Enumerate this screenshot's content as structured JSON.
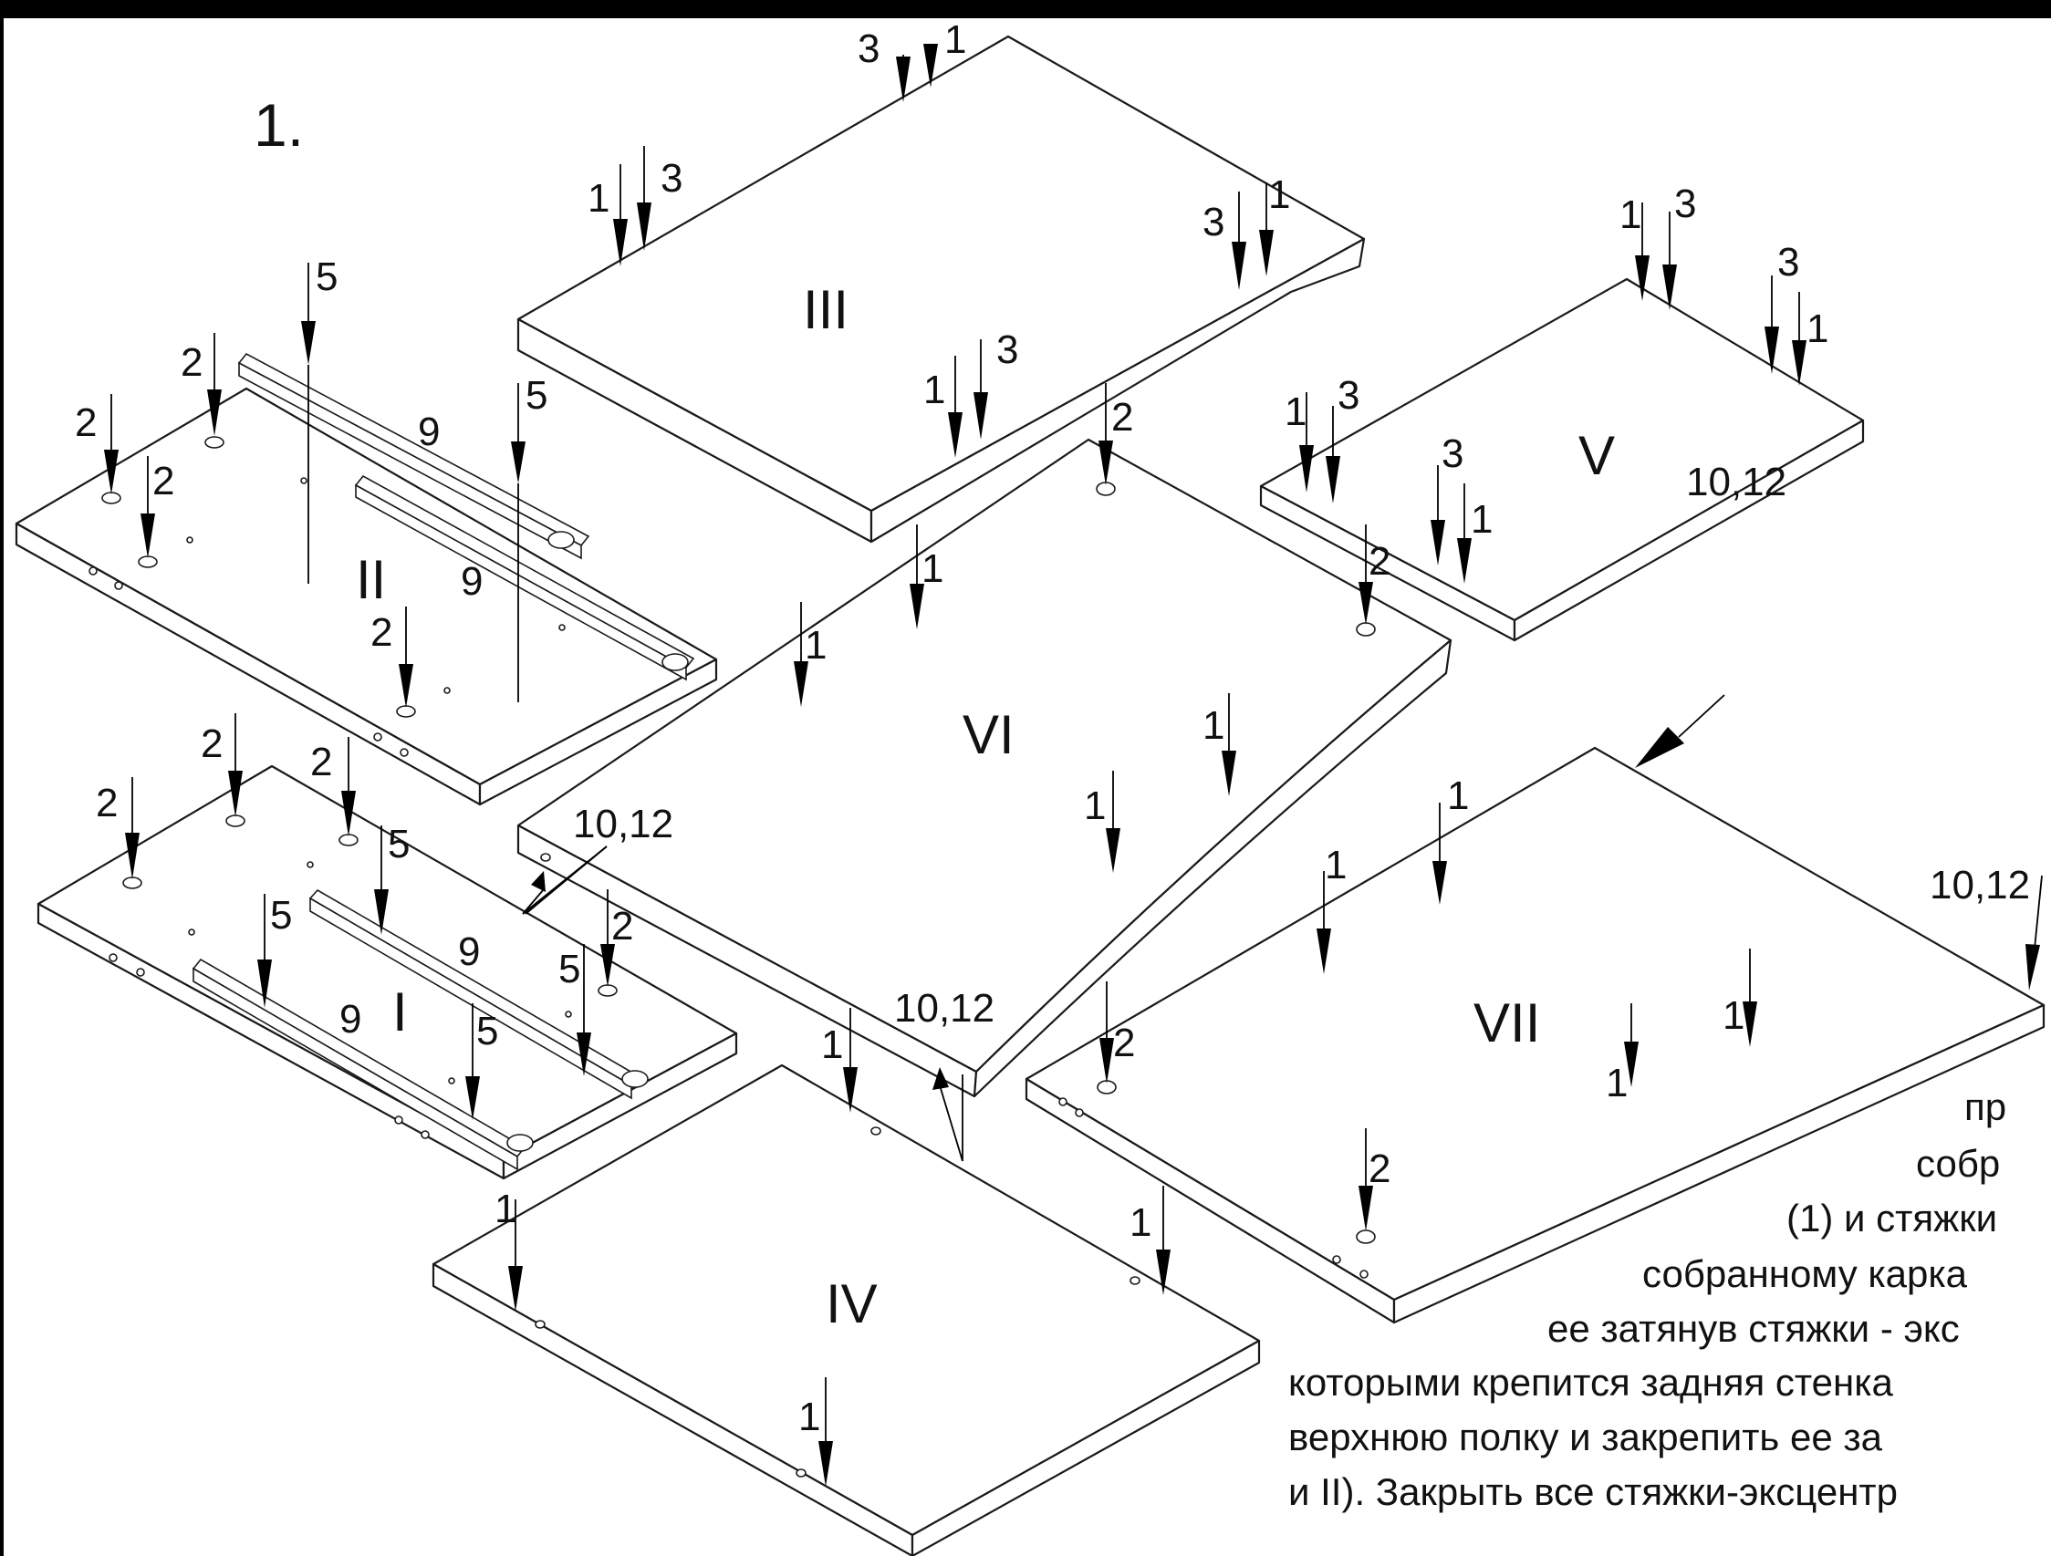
{
  "step_number": "1.",
  "part_labels": [
    "I",
    "II",
    "III",
    "IV",
    "V",
    "VI",
    "VII"
  ],
  "callouts": {
    "fastener_1": "1",
    "fastener_2": "2",
    "fastener_3": "3",
    "fastener_5": "5",
    "rail_9": "9",
    "combo_10_12": "10,12"
  },
  "instruction_lines": [
    "пр",
    "собр",
    "(1) и стяжки",
    "собранному карка",
    "ее затянув стяжки - экс",
    "которыми крепится задняя стенка",
    "верхнюю полку и закрепить ее за",
    "и II). Закрыть все стяжки-эксцентр"
  ],
  "colors": {
    "ink": "#111111",
    "background": "#ffffff",
    "frame": "#000000"
  }
}
